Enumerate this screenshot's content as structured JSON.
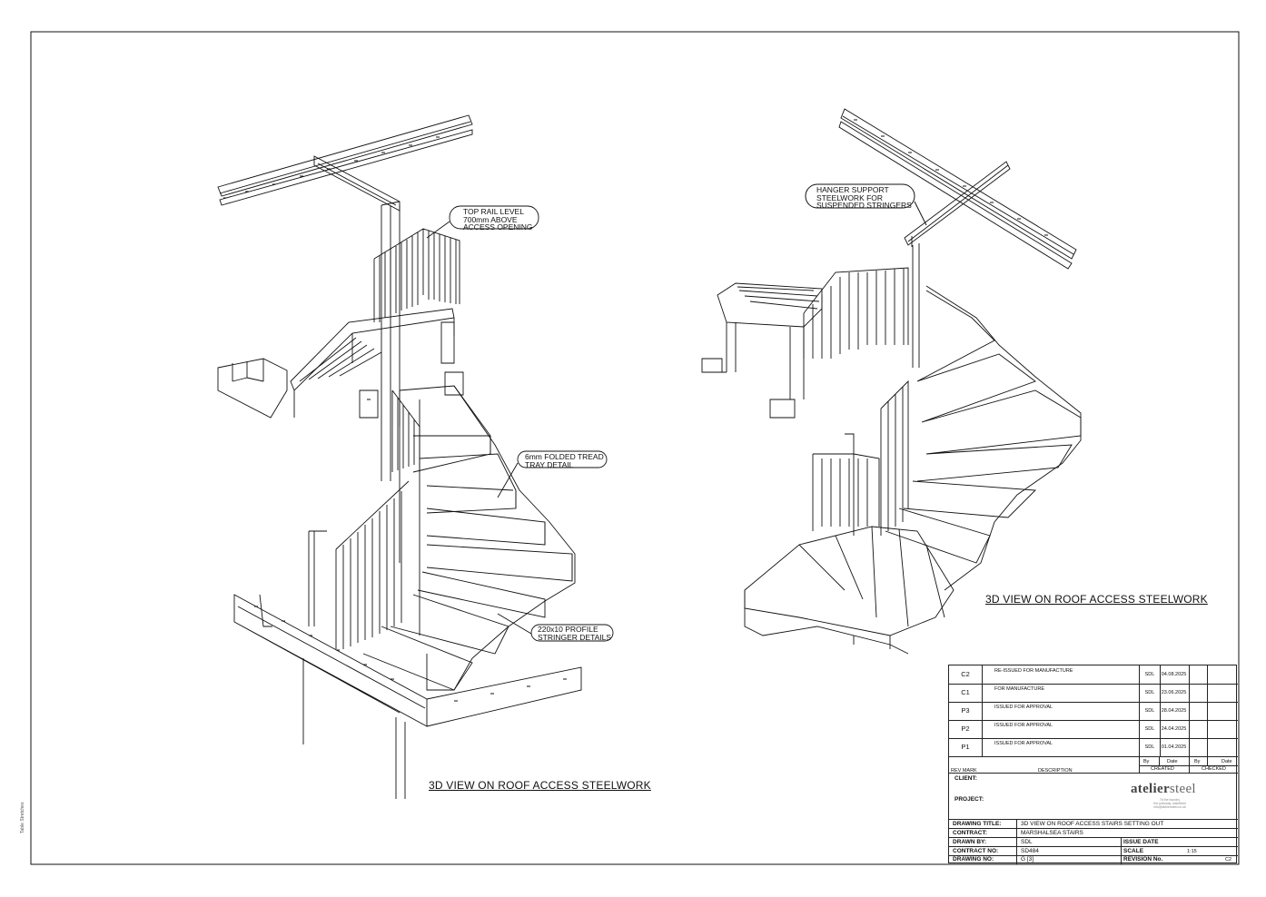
{
  "drawing": {
    "left_callouts": [
      {
        "id": "top-rail",
        "text": "TOP RAIL LEVEL\n700mm ABOVE\nACCESS OPENING"
      },
      {
        "id": "folded-tread",
        "text": "6mm FOLDED TREAD\nTRAY DETAIL"
      },
      {
        "id": "stringer",
        "text": "220x10 PROFILE\nSTRINGER DETAILS"
      }
    ],
    "right_callouts": [
      {
        "id": "hanger",
        "text": "HANGER SUPPORT\nSTEELWORK FOR\nSUSPENDED STRINGERS"
      }
    ],
    "left_view_title": "3D VIEW ON ROOF ACCESS STEELWORK",
    "right_view_title": "3D VIEW ON ROOF ACCESS STEELWORK",
    "edge_stamp": "Table Stretches"
  },
  "title_block": {
    "revisions": [
      {
        "mark": "C2",
        "description": "RE-ISSUED FOR MANUFACTURE",
        "by": "SDL",
        "date": "04.08.2025"
      },
      {
        "mark": "C1",
        "description": "FOR MANUFACTURE",
        "by": "SDL",
        "date": "23.06.2025"
      },
      {
        "mark": "P3",
        "description": "ISSUED FOR APPROVAL",
        "by": "SDL",
        "date": "28.04.2025"
      },
      {
        "mark": "P2",
        "description": "ISSUED FOR APPROVAL",
        "by": "SDL",
        "date": "24.04.2025"
      },
      {
        "mark": "P1",
        "description": "ISSUED FOR APPROVAL",
        "by": "SDL",
        "date": "01.04.2025"
      }
    ],
    "headers": {
      "rev_mark": "REV MARK",
      "description": "DESCRIPTION",
      "by1": "By",
      "date1": "Date",
      "by2": "By",
      "date2": "Date",
      "created": "CREATED",
      "checked": "CHECKED"
    },
    "client_label": "CLIENT:",
    "project_label": "PROJECT:",
    "logo": {
      "bold": "atelier",
      "light": "steel",
      "sub": "76 the foundry\nthe parkway, wakefield\ninfo@ateliersteel.co.uk"
    },
    "fields": {
      "drawing_title_label": "DRAWING TITLE:",
      "drawing_title": "3D VIEW ON ROOF ACCESS STAIRS SETTING OUT",
      "contract_label": "CONTRACT:",
      "contract": "MARSHALSEA STAIRS",
      "drawn_by_label": "DRAWN BY:",
      "drawn_by": "SDL",
      "issue_date_label": "ISSUE DATE",
      "contract_no_label": "CONTRACT NO:",
      "contract_no": "SD484",
      "scale_label": "SCALE",
      "scale": "1:15",
      "drawing_no_label": "DRAWING NO:",
      "drawing_no": "G  [3]",
      "revision_label": "REVISION No.",
      "revision": "C2"
    }
  }
}
